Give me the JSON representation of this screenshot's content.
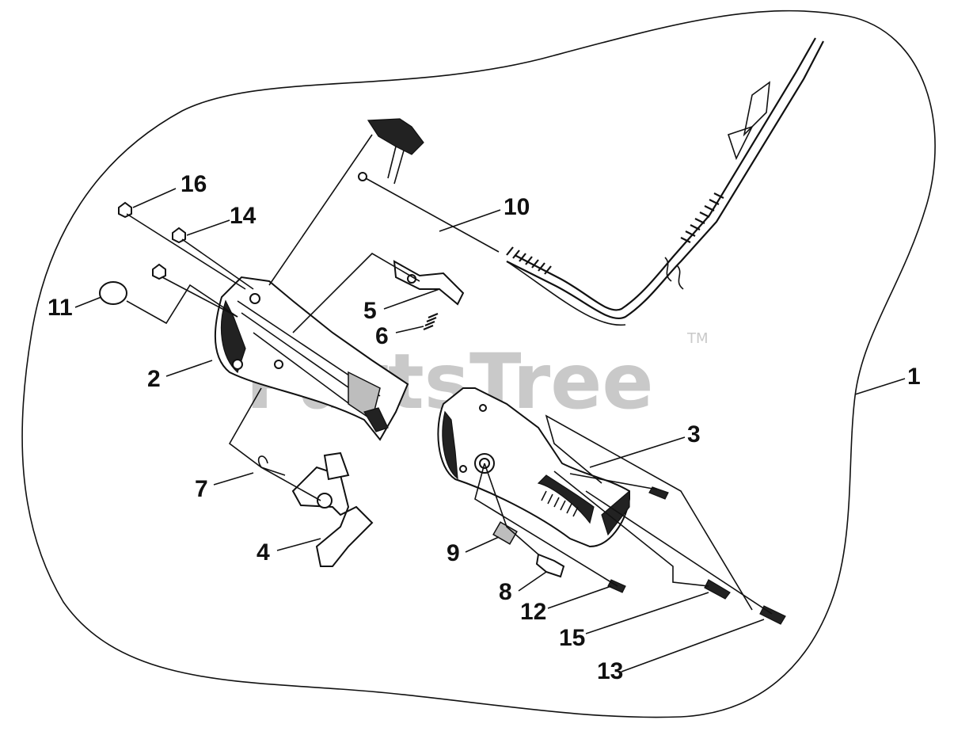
{
  "watermark": {
    "text": "PartsTree",
    "trademark": "TM"
  },
  "callouts": [
    {
      "id": "1",
      "label": "1"
    },
    {
      "id": "2",
      "label": "2"
    },
    {
      "id": "3",
      "label": "3"
    },
    {
      "id": "4",
      "label": "4"
    },
    {
      "id": "5",
      "label": "5"
    },
    {
      "id": "6",
      "label": "6"
    },
    {
      "id": "7",
      "label": "7"
    },
    {
      "id": "8",
      "label": "8"
    },
    {
      "id": "9",
      "label": "9"
    },
    {
      "id": "10",
      "label": "10"
    },
    {
      "id": "11",
      "label": "11"
    },
    {
      "id": "12",
      "label": "12"
    },
    {
      "id": "13",
      "label": "13"
    },
    {
      "id": "14",
      "label": "14"
    },
    {
      "id": "15",
      "label": "15"
    },
    {
      "id": "16",
      "label": "16"
    }
  ]
}
